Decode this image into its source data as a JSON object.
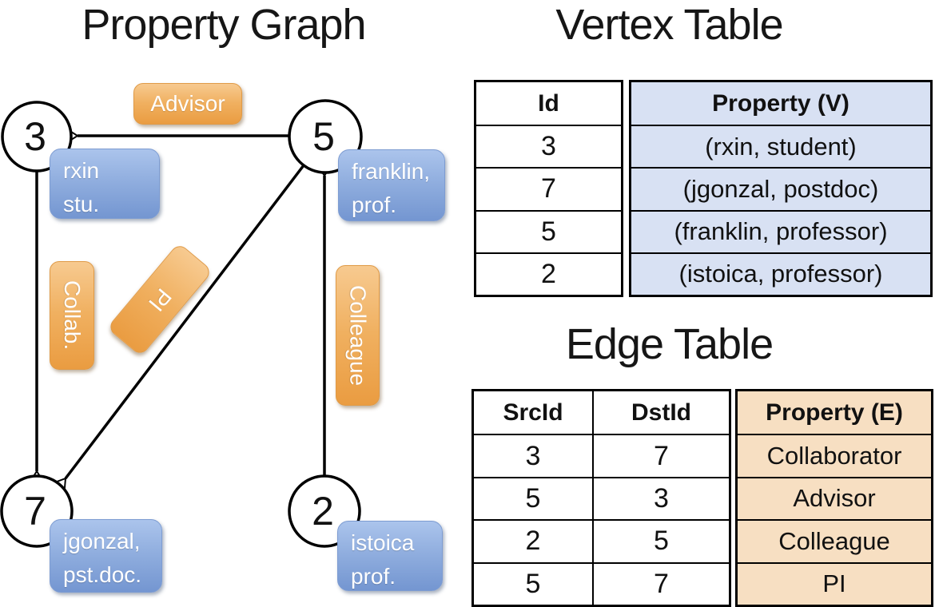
{
  "graph": {
    "title": "Property Graph",
    "vertices": [
      {
        "id": "3",
        "label1": "rxin",
        "label2": "stu."
      },
      {
        "id": "5",
        "label1": "franklin,",
        "label2": "prof."
      },
      {
        "id": "7",
        "label1": "jgonzal,",
        "label2": "pst.doc."
      },
      {
        "id": "2",
        "label1": "istoica",
        "label2": "prof."
      }
    ],
    "edge_labels": {
      "advisor": "Advisor",
      "collab": "Collab.",
      "pi": "PI",
      "colleague": "Colleague"
    }
  },
  "vertex_table": {
    "title": "Vertex Table",
    "columns": {
      "id": "Id",
      "property": "Property (V)"
    },
    "rows": [
      {
        "id": "3",
        "property": "(rxin, student)"
      },
      {
        "id": "7",
        "property": "(jgonzal, postdoc)"
      },
      {
        "id": "5",
        "property": "(franklin, professor)"
      },
      {
        "id": "2",
        "property": "(istoica, professor)"
      }
    ]
  },
  "edge_table": {
    "title": "Edge Table",
    "columns": {
      "src": "SrcId",
      "dst": "DstId",
      "property": "Property (E)"
    },
    "rows": [
      {
        "src": "3",
        "dst": "7",
        "property": "Collaborator"
      },
      {
        "src": "5",
        "dst": "3",
        "property": "Advisor"
      },
      {
        "src": "2",
        "dst": "5",
        "property": "Colleague"
      },
      {
        "src": "5",
        "dst": "7",
        "property": "PI"
      }
    ]
  },
  "colors": {
    "edge_label_orange": "#EA9C41",
    "vertex_box_blue": "#7496D1",
    "vertex_table_cell_bg": "#D8E1F3",
    "edge_table_cell_bg": "#F7DFC2",
    "line_black": "#000000"
  }
}
